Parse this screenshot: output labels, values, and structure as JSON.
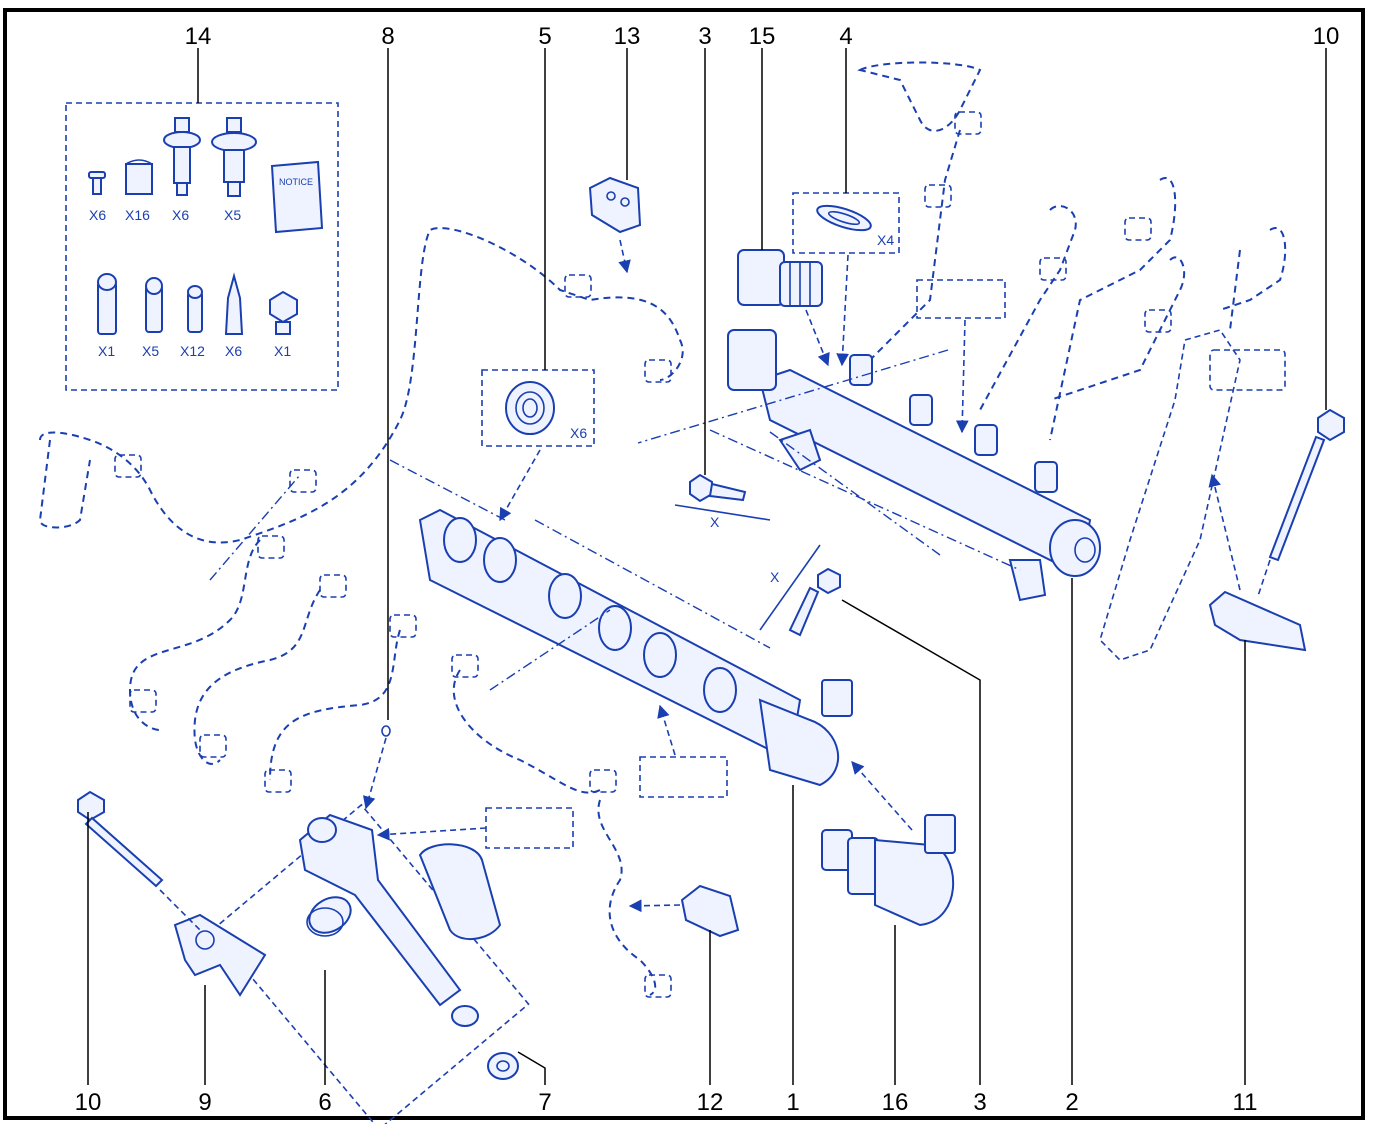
{
  "callouts": {
    "c14": "14",
    "c8": "8",
    "c5": "5",
    "c13": "13",
    "c3a": "3",
    "c15": "15",
    "c4": "4",
    "c10a": "10",
    "c10b": "10",
    "c9": "9",
    "c6": "6",
    "c7": "7",
    "c12": "12",
    "c1": "1",
    "c16": "16",
    "c3b": "3",
    "c2": "2",
    "c11": "11"
  },
  "kit": {
    "q1": "X6",
    "q2": "X16",
    "q3": "X6",
    "q4": "X5",
    "notice": "NOTICE",
    "q5": "X1",
    "q6": "X5",
    "q7": "X12",
    "q8": "X6",
    "q9": "X1"
  },
  "details": {
    "seal_qty": "X6",
    "gasket_qty": "X4",
    "dim_x1": "X",
    "dim_x2": "X"
  }
}
